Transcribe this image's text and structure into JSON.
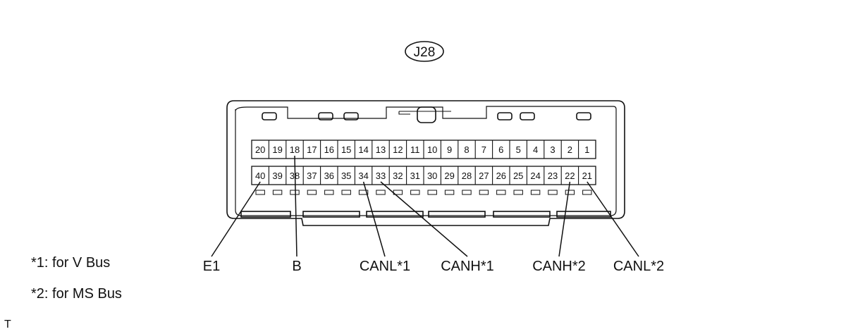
{
  "connector": {
    "id": "J28",
    "top_row": [
      "20",
      "19",
      "18",
      "17",
      "16",
      "15",
      "14",
      "13",
      "12",
      "11",
      "10",
      "9",
      "8",
      "7",
      "6",
      "5",
      "4",
      "3",
      "2",
      "1"
    ],
    "bottom_row": [
      "40",
      "39",
      "38",
      "37",
      "36",
      "35",
      "34",
      "33",
      "32",
      "31",
      "30",
      "29",
      "28",
      "27",
      "26",
      "25",
      "24",
      "23",
      "22",
      "21"
    ]
  },
  "callouts": [
    {
      "pin": "40",
      "label": "E1"
    },
    {
      "pin": "18",
      "label": "B"
    },
    {
      "pin": "34",
      "label": "CANL*1"
    },
    {
      "pin": "33",
      "label": "CANH*1"
    },
    {
      "pin": "22",
      "label": "CANH*2"
    },
    {
      "pin": "21",
      "label": "CANL*2"
    }
  ],
  "notes": [
    "*1: for V Bus",
    "*2: for MS Bus"
  ],
  "corner_mark": "T"
}
